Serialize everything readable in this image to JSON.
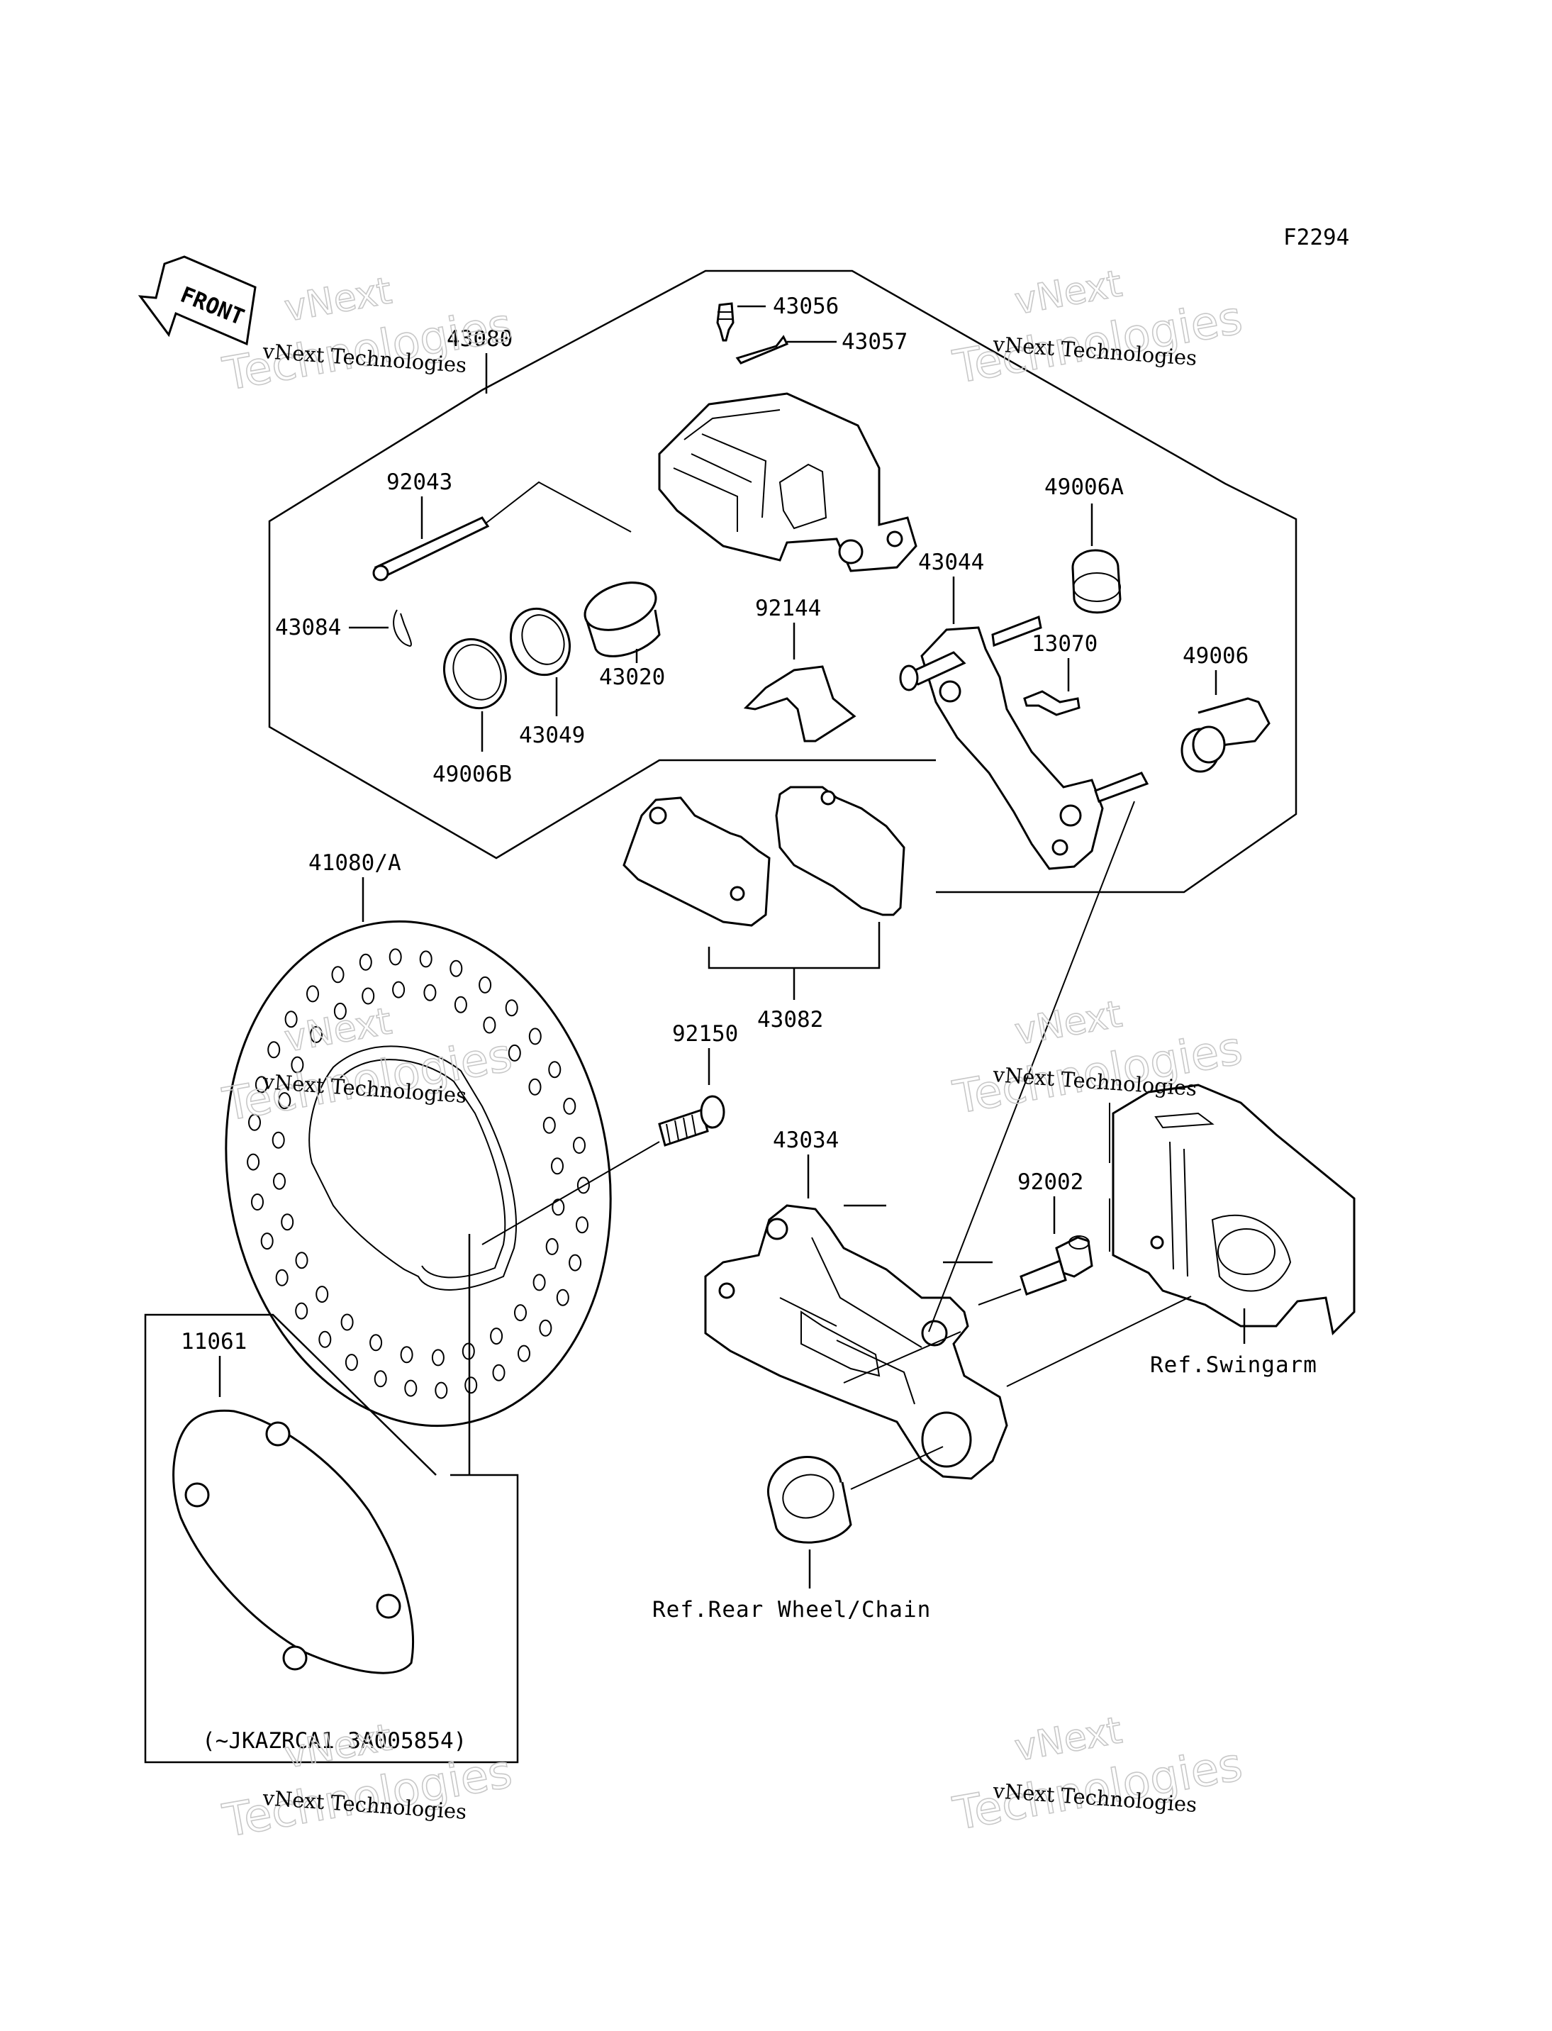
{
  "figure_code": "F2294",
  "front_label": "FRONT",
  "watermark": {
    "line1": "vNext Technologies",
    "line2": "Technologies",
    "line3": "vNext"
  },
  "parts": [
    {
      "id": "43080",
      "label": "43080"
    },
    {
      "id": "43056",
      "label": "43056"
    },
    {
      "id": "43057",
      "label": "43057"
    },
    {
      "id": "92043",
      "label": "92043"
    },
    {
      "id": "43084",
      "label": "43084"
    },
    {
      "id": "43020",
      "label": "43020"
    },
    {
      "id": "43049",
      "label": "43049"
    },
    {
      "id": "49006B",
      "label": "49006B"
    },
    {
      "id": "92144",
      "label": "92144"
    },
    {
      "id": "49006A",
      "label": "49006A"
    },
    {
      "id": "43044",
      "label": "43044"
    },
    {
      "id": "13070",
      "label": "13070"
    },
    {
      "id": "49006",
      "label": "49006"
    },
    {
      "id": "41080A",
      "label": "41080/A"
    },
    {
      "id": "43082",
      "label": "43082"
    },
    {
      "id": "92150",
      "label": "92150"
    },
    {
      "id": "43034",
      "label": "43034"
    },
    {
      "id": "92002",
      "label": "92002"
    },
    {
      "id": "11061",
      "label": "11061"
    }
  ],
  "references": {
    "swingarm": "Ref.Swingarm",
    "rear_wheel": "Ref.Rear Wheel/Chain"
  },
  "serial_note": "(~JKAZRCA1 3A005854)"
}
